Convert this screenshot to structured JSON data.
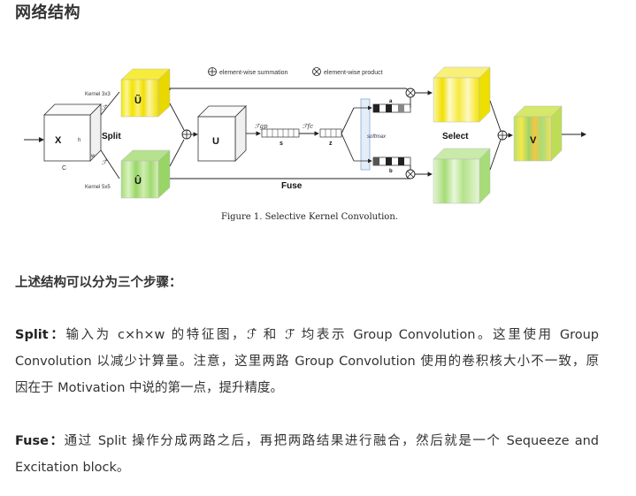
{
  "heading": "网络结构",
  "figure": {
    "caption": "Figure 1. Selective Kernel Convolution.",
    "legend_sum": "element-wise summation",
    "legend_prod": "element-wise product",
    "label_x": "X",
    "label_h": "h",
    "label_w": "w",
    "label_c": "C",
    "kernel_top": "Kernel 3x3",
    "kernel_bot": "Kernel 5x5",
    "split": "Split",
    "fuse": "Fuse",
    "select": "Select",
    "u_tilde": "Ũ",
    "u_hat": "Û",
    "u": "U",
    "s": "s",
    "z": "z",
    "f_gp": "ℱgp",
    "f_fc": "ℱfc",
    "f_tilde": "ℱ̃",
    "f_hat": "ℱ̂",
    "softmax": "softmax",
    "a": "a",
    "b": "b",
    "v": "V"
  },
  "intro": "上述结构可以分为三个步骤：",
  "split_para": {
    "term": "Split：",
    "line1": "输入为 c×h×w 的特征图，ℱ̂ 和 ℱ̃ 均表示 Group Convolution。这里使用 Group",
    "line2": "Convolution 以减少计算量。注意，这里两路 Group Convolution 使用的卷积核大小不一致，原",
    "line3": "因在于 Motivation 中说的第一点，提升精度。"
  },
  "fuse_para": {
    "term": "Fuse：",
    "line1": "通过 Split 操作分成两路之后，再把两路结果进行融合，然后就是一个 Sequeeze and",
    "line2": "Excitation block。"
  }
}
